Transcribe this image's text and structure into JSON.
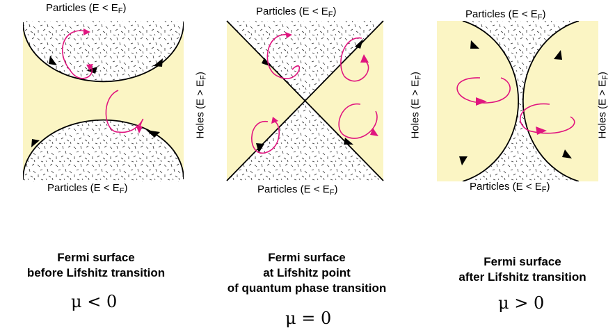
{
  "panels": [
    {
      "top_label": {
        "text": "Particles (E < E",
        "sub": "F",
        "close": ")"
      },
      "bottom_label": {
        "text": "Particles (E < E",
        "sub": "F",
        "close": ")"
      },
      "side_label": {
        "text": "Holes (E > E",
        "sub": "F",
        "close": ")"
      },
      "caption": [
        "Fermi surface",
        "before Lifshitz transition"
      ],
      "mu": "μ < 0"
    },
    {
      "top_label": {
        "text": "Particles (E < E",
        "sub": "F",
        "close": ")"
      },
      "bottom_label": {
        "text": "Particles (E < E",
        "sub": "F",
        "close": ")"
      },
      "caption": [
        "Fermi surface",
        "at Lifshitz point",
        "of quantum phase transition"
      ],
      "mu": "μ = 0"
    },
    {
      "top_label": {
        "text": "Particles (E < E",
        "sub": "F",
        "close": ")"
      },
      "bottom_label": {
        "text": "Particles (E < E",
        "sub": "F",
        "close": ")"
      },
      "left_label": {
        "text": "Holes (E > E",
        "sub": "F",
        "close": ")"
      },
      "right_label": {
        "text": "Holes (E > E",
        "sub": "F",
        "close": ")"
      },
      "caption": [
        "Fermi surface",
        "after Lifshitz transition"
      ],
      "mu": "μ > 0"
    }
  ],
  "colors": {
    "hole_fill": "#fbf5c4",
    "particle_fill": "#ffffff",
    "boundary": "#000000",
    "orbit": "#e0157f"
  }
}
